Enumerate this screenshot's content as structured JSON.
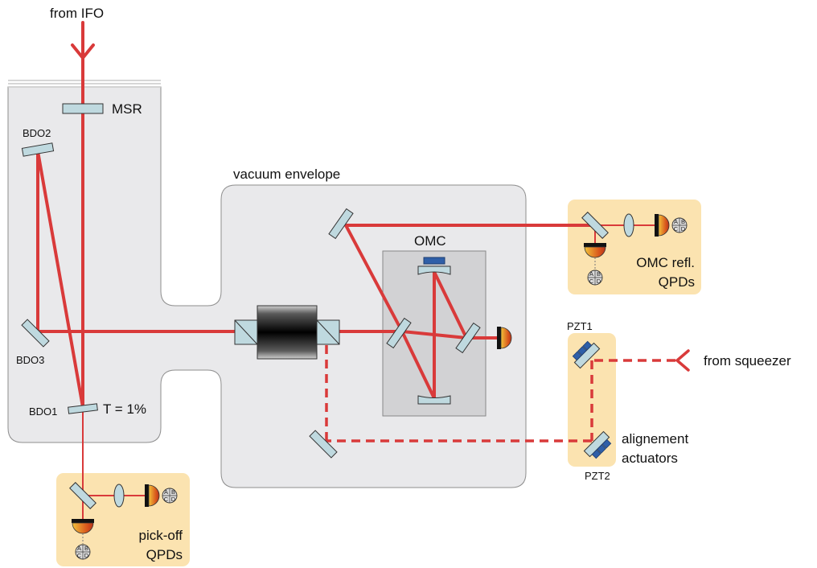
{
  "labels": {
    "from_ifo": "from IFO",
    "msr": "MSR",
    "bdo1": "BDO1",
    "bdo2": "BDO2",
    "bdo3": "BDO3",
    "transmission": "T = 1%",
    "vacuum_envelope": "vacuum envelope",
    "omc": "OMC",
    "omc_refl_line1": "OMC refl.",
    "omc_refl_line2": "QPDs",
    "pickoff_line1": "pick-off",
    "pickoff_line2": "QPDs",
    "pzt1": "PZT1",
    "pzt2": "PZT2",
    "from_squeezer": "from squeezer",
    "actuators_line1": "alignement",
    "actuators_line2": "actuators"
  },
  "qpd_quadrants": [
    "A",
    "B",
    "C",
    "D"
  ],
  "icons": {
    "photodiode": "photodiode-icon",
    "qpd": "quadrant-photodiode-icon",
    "mirror": "mirror-icon",
    "lens": "lens-icon",
    "faraday_isolator": "faraday-isolator-icon",
    "pzt_mirror": "pzt-mirror-icon"
  },
  "colors": {
    "beam": "#d93a3a",
    "vacuum_fill": "#e9e9eb",
    "omc_box": "#d2d2d4",
    "detector_box": "#fbe3b0",
    "optic": "#bfd9df",
    "pzt": "#2f5fa8"
  }
}
